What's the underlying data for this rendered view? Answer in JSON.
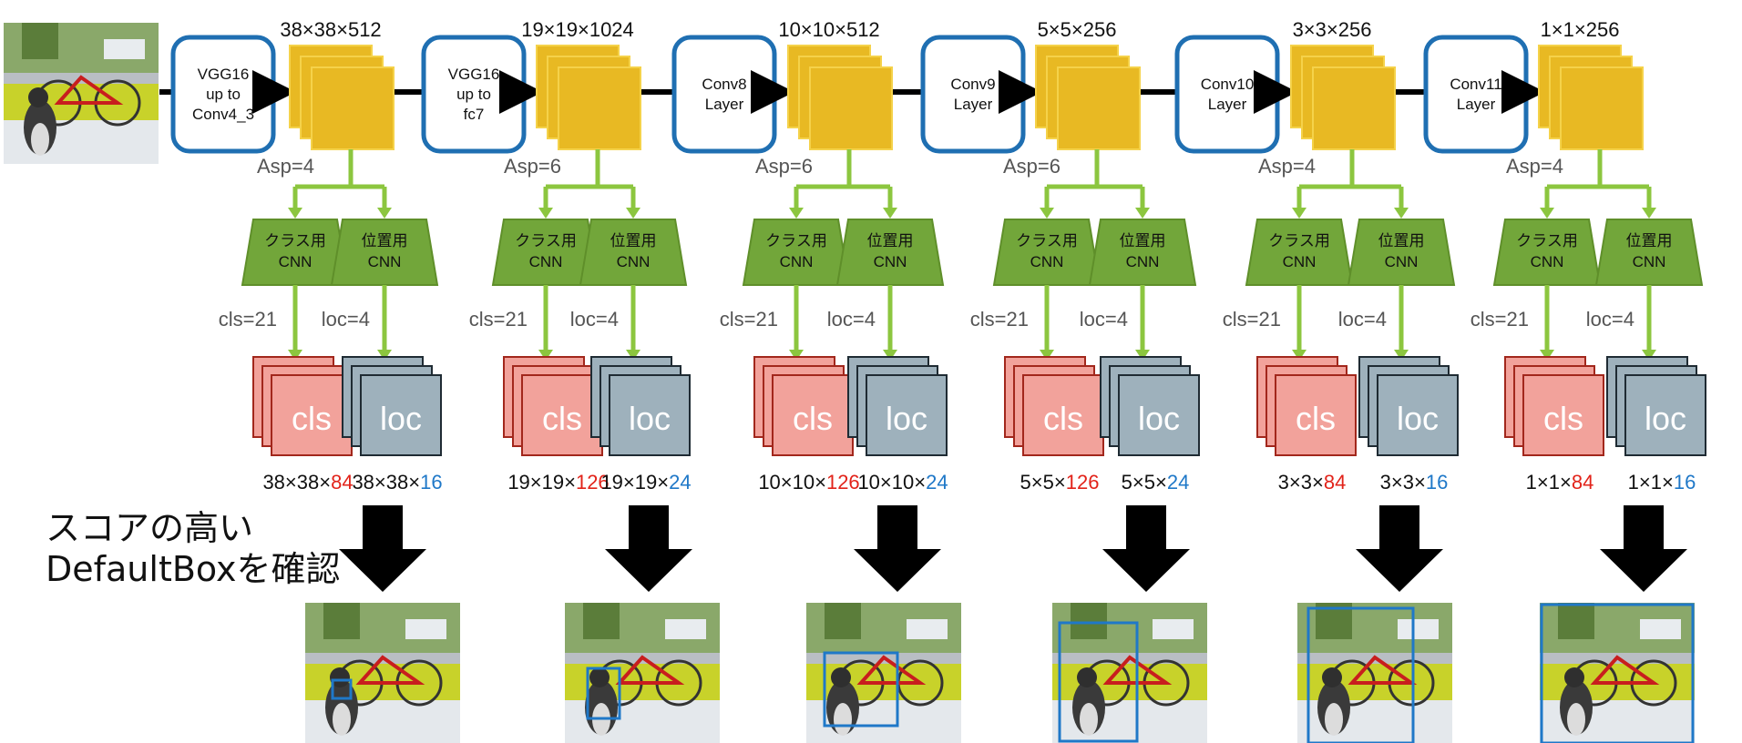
{
  "input_label": "",
  "title_lines": [
    "スコアの高い",
    "DefaultBoxを確認"
  ],
  "colors": {
    "feature": "#e8b923",
    "feature_edge": "#f5d24a",
    "layer_border": "#1f6fb2",
    "green": "#8cc63f",
    "green_fill": "#72a63a",
    "cls_fill": "#f2a29b",
    "cls_edge": "#a2271c",
    "loc_fill": "#9eb1bc",
    "loc_edge": "#1f2b33",
    "red": "#e2231a",
    "blue": "#1f78c8",
    "arrow": "#000000"
  },
  "layers": [
    {
      "lines": [
        "VGG16",
        "up to",
        "Conv4_3"
      ]
    },
    {
      "lines": [
        "VGG16",
        "up to",
        "fc7"
      ]
    },
    {
      "lines": [
        "Conv8",
        "Layer"
      ]
    },
    {
      "lines": [
        "Conv9",
        "Layer"
      ]
    },
    {
      "lines": [
        "Conv10",
        "Layer"
      ]
    },
    {
      "lines": [
        "Conv11",
        "Layer"
      ]
    }
  ],
  "stages": [
    {
      "feature": "38×38×512",
      "asp": "Asp=4",
      "cls_head": [
        "クラス用",
        "CNN"
      ],
      "loc_head": [
        "位置用",
        "CNN"
      ],
      "cls_label": "cls=21",
      "loc_label": "loc=4",
      "cls_text": "cls",
      "loc_text": "loc",
      "cls_prefix": "38×38×",
      "cls_num": "84",
      "loc_prefix": "38×38×",
      "loc_num": "16"
    },
    {
      "feature": "19×19×1024",
      "asp": "Asp=6",
      "cls_head": [
        "クラス用",
        "CNN"
      ],
      "loc_head": [
        "位置用",
        "CNN"
      ],
      "cls_label": "cls=21",
      "loc_label": "loc=4",
      "cls_text": "cls",
      "loc_text": "loc",
      "cls_prefix": "19×19×",
      "cls_num": "126",
      "loc_prefix": "19×19×",
      "loc_num": "24"
    },
    {
      "feature": "10×10×512",
      "asp": "Asp=6",
      "cls_head": [
        "クラス用",
        "CNN"
      ],
      "loc_head": [
        "位置用",
        "CNN"
      ],
      "cls_label": "cls=21",
      "loc_label": "loc=4",
      "cls_text": "cls",
      "loc_text": "loc",
      "cls_prefix": "10×10×",
      "cls_num": "126",
      "loc_prefix": "10×10×",
      "loc_num": "24"
    },
    {
      "feature": "5×5×256",
      "asp": "Asp=6",
      "cls_head": [
        "クラス用",
        "CNN"
      ],
      "loc_head": [
        "位置用",
        "CNN"
      ],
      "cls_label": "cls=21",
      "loc_label": "loc=4",
      "cls_text": "cls",
      "loc_text": "loc",
      "cls_prefix": "5×5×",
      "cls_num": "126",
      "loc_prefix": "5×5×",
      "loc_num": "24"
    },
    {
      "feature": "3×3×256",
      "asp": "Asp=4",
      "cls_head": [
        "クラス用",
        "CNN"
      ],
      "loc_head": [
        "位置用",
        "CNN"
      ],
      "cls_label": "cls=21",
      "loc_label": "loc=4",
      "cls_text": "cls",
      "loc_text": "loc",
      "cls_prefix": "3×3×",
      "cls_num": "84",
      "loc_prefix": "3×3×",
      "loc_num": "16"
    },
    {
      "feature": "1×1×256",
      "asp": "Asp=4",
      "cls_head": [
        "クラス用",
        "CNN"
      ],
      "loc_head": [
        "位置用",
        "CNN"
      ],
      "cls_label": "cls=21",
      "loc_label": "loc=4",
      "cls_text": "cls",
      "loc_text": "loc",
      "cls_prefix": "1×1×",
      "cls_num": "84",
      "loc_prefix": "1×1×",
      "loc_num": "16"
    }
  ]
}
